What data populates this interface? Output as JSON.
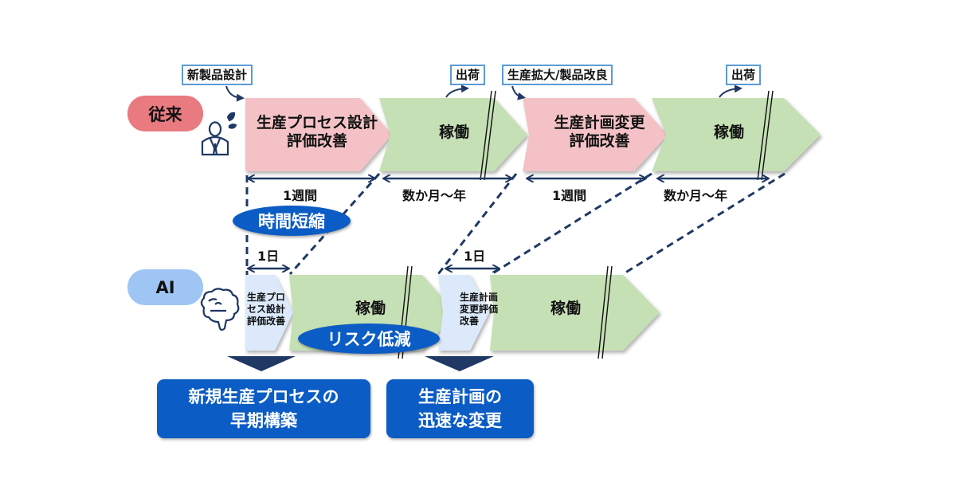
{
  "colors": {
    "conventional_stage": "#f4c2c6",
    "operation_stage": "#c5e0b4",
    "ai_stage": "#dbe9fb",
    "accent_blue": "#0b5cc4",
    "dark_navy": "#1f3864",
    "conventional_pill": "#e87a80",
    "ai_pill": "#9ec5f4",
    "callout_border": "#5b9bd5"
  },
  "rows": {
    "conventional": {
      "label": "従来",
      "icon": "sweating-person-icon",
      "stages": [
        {
          "type": "design",
          "line1": "生産プロセス設計",
          "line2": "評価改善"
        },
        {
          "type": "operation",
          "line1": "稼働"
        },
        {
          "type": "design",
          "line1": "生産計画変更",
          "line2": "評価改善"
        },
        {
          "type": "operation",
          "line1": "稼働"
        }
      ],
      "durations": [
        "1週間",
        "数か月～年",
        "1週間",
        "数か月～年"
      ]
    },
    "ai": {
      "label": "AI",
      "icon": "brain-icon",
      "stages": [
        {
          "type": "design",
          "line1": "生産プロ",
          "line2": "セス設計",
          "line3": "評価改善"
        },
        {
          "type": "operation",
          "line1": "稼働"
        },
        {
          "type": "design",
          "line1": "生産計画",
          "line2": "変更評価",
          "line3": "改善"
        },
        {
          "type": "operation",
          "line1": "稼働"
        }
      ],
      "durations": [
        "1日",
        "1日"
      ]
    }
  },
  "callouts": [
    "新製品設計",
    "出荷",
    "生産拡大/製品改良",
    "出荷"
  ],
  "badges": {
    "time_reduction": "時間短縮",
    "risk_reduction": "リスク低減"
  },
  "results": [
    {
      "line1": "新規生産プロセスの",
      "line2": "早期構築"
    },
    {
      "line1": "生産計画の",
      "line2": "迅速な変更"
    }
  ]
}
